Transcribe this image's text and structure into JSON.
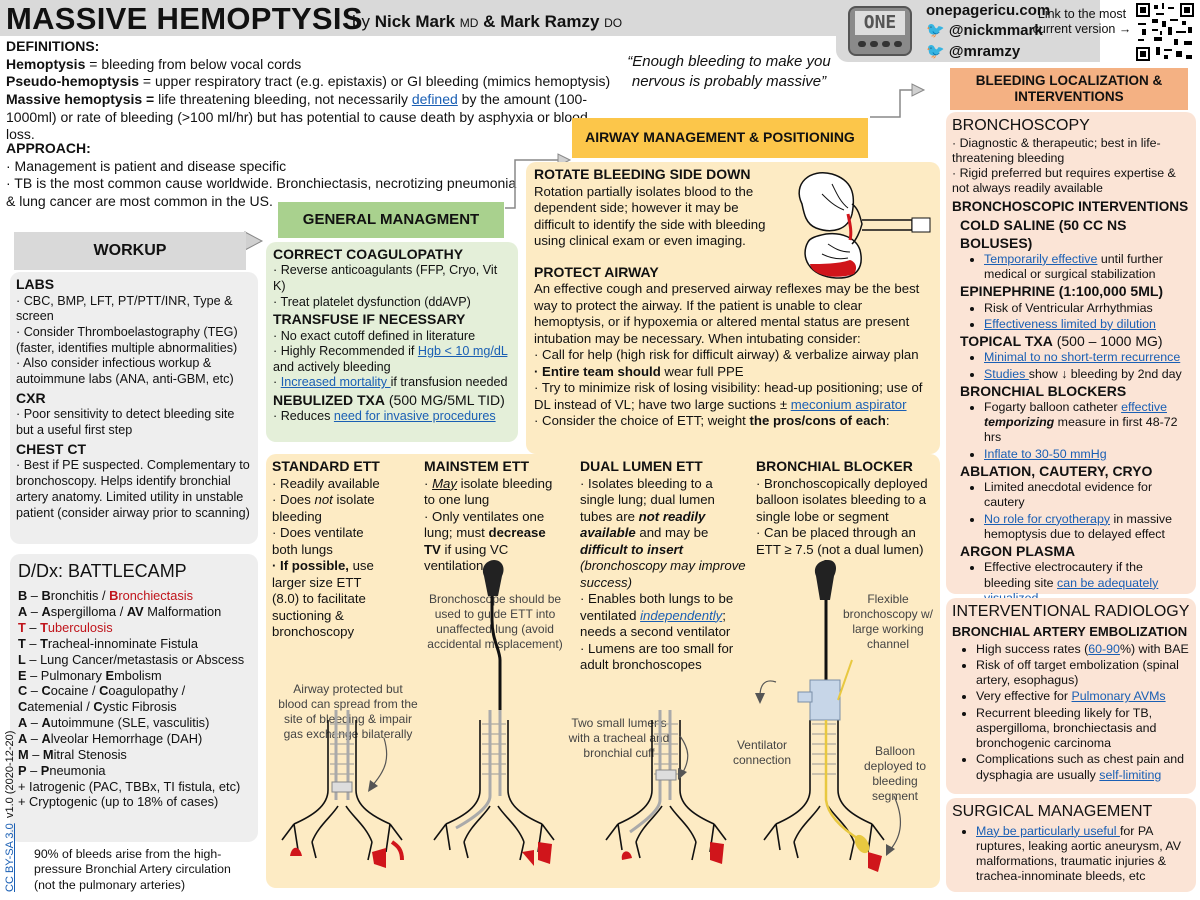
{
  "header": {
    "title": "MASSIVE HEMOPTYSIS",
    "by": "by",
    "author1": "Nick Mark",
    "author1_deg": "MD",
    "amp": "&",
    "author2": "Mark Ramzy",
    "author2_deg": "DO",
    "logo_text": "ONE",
    "site": "onepagericu.com",
    "handle1": "@nickmmark",
    "handle2": "@mramzy",
    "link_note": "Link to the most current version →"
  },
  "definitions": {
    "heading": "DEFINITIONS:",
    "hemoptysis_term": "Hemoptysis",
    "hemoptysis_def": " = bleeding from below vocal cords",
    "pseudo_term": "Pseudo-hemoptysis",
    "pseudo_def": " = upper respiratory tract (e.g. epistaxis) or GI bleeding (mimics hemoptysis)",
    "massive_term": "Massive hemoptysis =",
    "massive_def_a": " life threatening bleeding, not necessarily ",
    "massive_link": "defined",
    "massive_def_b": " by the amount (100-1000ml) or rate of bleeding (>100 ml/hr) but has potential to cause death by asphyxia or blood loss.",
    "quote": "“Enough bleeding to make you nervous is probably massive”"
  },
  "approach": {
    "heading": "APPROACH:",
    "line1": "· Management is patient and disease specific",
    "line2": "· TB is the most common cause worldwide. Bronchiectasis, necrotizing pneumonia & lung cancer are most common in the US."
  },
  "workup": {
    "heading": "WORKUP",
    "labs_h": "LABS",
    "labs1": "· CBC, BMP, LFT, PT/PTT/INR, Type & screen",
    "labs2": "·  Consider Thromboelastography (TEG) (faster, identifies multiple abnormalities)",
    "labs3": "·  Also consider infectious workup & autoimmune labs (ANA, anti-GBM, etc)",
    "cxr_h": "CXR",
    "cxr1": "· Poor sensitivity to detect bleeding site but a useful first step",
    "ct_h": "CHEST CT",
    "ct1": "· Best if PE suspected. Complementary to bronchoscopy. Helps identify bronchial artery anatomy. Limited utility in unstable patient (consider airway prior to scanning)"
  },
  "ddx": {
    "heading": "D/Dx: BATTLECAMP",
    "items": [
      {
        "l": "B",
        "t": " – ",
        "a": "B",
        "ar": "ronchitis / ",
        "b": "B",
        "br": "ronchiectasis",
        "red": false,
        "redb": true
      },
      {
        "l": "A",
        "t": " – ",
        "a": "A",
        "ar": "spergilloma / ",
        "b": "AV",
        "br": " Malformation",
        "red": false,
        "redb": false
      },
      {
        "l": "T",
        "t": " – ",
        "a": "T",
        "ar": "uberculosis",
        "b": "",
        "br": "",
        "red": true,
        "redb": false
      },
      {
        "l": "T",
        "t": " – ",
        "a": "T",
        "ar": "racheal-innominate Fistula",
        "b": "",
        "br": "",
        "red": false,
        "redb": false
      },
      {
        "l": "L",
        "t": " – ",
        "a": "",
        "ar": "Lung Cancer/metastasis or Abscess",
        "b": "",
        "br": "",
        "red": false,
        "redb": false
      },
      {
        "l": "E",
        "t": " – ",
        "a": "",
        "ar": "Pulmonary ",
        "b": "E",
        "br": "mbolism",
        "red": false,
        "redb": false
      },
      {
        "l": "C",
        "t": " – ",
        "a": "C",
        "ar": "ocaine / ",
        "b": "C",
        "br": "oagulopathy /",
        "red": false,
        "redb": false
      },
      {
        "l": "",
        "t": "",
        "a": "C",
        "ar": "atemenial / ",
        "b": "C",
        "br": "ystic Fibrosis",
        "red": false,
        "redb": false
      },
      {
        "l": "A",
        "t": " – ",
        "a": "A",
        "ar": "utoimmune (SLE, vasculitis)",
        "b": "",
        "br": "",
        "red": false,
        "redb": false
      },
      {
        "l": "A",
        "t": " – ",
        "a": "A",
        "ar": "lveolar Hemorrhage (DAH)",
        "b": "",
        "br": "",
        "red": false,
        "redb": false
      },
      {
        "l": "M",
        "t": " – ",
        "a": "M",
        "ar": "itral Stenosis",
        "b": "",
        "br": "",
        "red": false,
        "redb": false
      },
      {
        "l": "P",
        "t": " – ",
        "a": "P",
        "ar": "neumonia",
        "b": "",
        "br": "",
        "red": false,
        "redb": false
      },
      {
        "l": "",
        "t": "",
        "a": "",
        "ar": "+ Iatrogenic (PAC, TBBx, TI fistula, etc)",
        "b": "",
        "br": "",
        "red": false,
        "redb": false
      },
      {
        "l": "",
        "t": "",
        "a": "",
        "ar": "+ Cryptogenic (up to 18% of cases)",
        "b": "",
        "br": "",
        "red": false,
        "redb": false
      }
    ],
    "footnote_a": "90% of bleeds arise from the high-pressure Bronchial Artery circulation",
    "footnote_b": "(not the pulmonary arteries)",
    "license": "CC BY-SA 3.0",
    "version": "v1.0 (2020-12-20)"
  },
  "general": {
    "heading": "GENERAL MANAGMENT",
    "coag_h": "CORRECT COAGULOPATHY",
    "coag1": "· Reverse anticoagulants (FFP, Cryo, Vit K)",
    "coag2": "· Treat platelet dysfunction (ddAVP)",
    "trans_h": "TRANSFUSE IF NECESSARY",
    "trans1": "· No exact cutoff defined in literature",
    "trans2a": "· Highly Recommended if ",
    "trans2link": "Hgb < 10 mg/dL",
    "trans2b": " and actively bleeding",
    "trans3link": "Increased mortality ",
    "trans3b": "if transfusion needed",
    "txa_h": "NEBULIZED TXA",
    "txa_h2": " (500 MG/5ML TID)",
    "txa1a": "·  Reduces ",
    "txa1link": "need for invasive procedures"
  },
  "airway": {
    "heading": "AIRWAY MANAGEMENT & POSITIONING",
    "rot_h": "ROTATE BLEEDING SIDE DOWN",
    "rot1": "Rotation partially isolates blood to the dependent side; however it may be difficult to identify the side with bleeding using clinical exam or even imaging.",
    "prot_h": "PROTECT AIRWAY",
    "prot1": "An effective cough and preserved airway reflexes may be the best way to protect the airway. If the patient is unable to clear hemoptysis, or if hypoxemia or altered mental status are present intubation may be necessary. When intubating consider:",
    "prot2": "· Call for help (high risk for difficult airway) & verbalize airway plan",
    "prot3a": "· Entire team should",
    "prot3b": " wear full PPE",
    "prot4a": "· Try to minimize risk of losing visibility: head-up positioning; use of DL instead of VL; have two large suctions ± ",
    "prot4link": "meconium aspirator",
    "prot5a": "· Consider the choice of ETT; weight ",
    "prot5b": "the pros/cons of each",
    "prot5c": ":"
  },
  "ett": {
    "std_h": "STANDARD ETT",
    "std1": "· Readily available",
    "std2a": "· Does ",
    "std2b": "not",
    "std2c": " isolate bleeding",
    "std3": "· Does ventilate both lungs",
    "std4a": "· If possible,",
    "std4b": " use larger size ETT (8.0) to facilitate suctioning & bronchoscopy",
    "std_note": "Airway protected but blood can spread from the site of bleeding & impair gas exchange bilaterally",
    "main_h": "MAINSTEM ETT",
    "main1a": "· ",
    "main1b": "May",
    "main1c": " isolate bleeding to one lung",
    "main2a": "· Only ventilates one lung; must ",
    "main2b": "decrease TV",
    "main2c": " if using VC ventilation.",
    "main_note": "Bronchoscope should be used to guide ETT into unaffected lung (avoid accidental misplacement)",
    "dual_h": "DUAL LUMEN ETT",
    "dual1a": "· Isolates bleeding to a single lung; dual lumen tubes are ",
    "dual1b": "not readily available",
    "dual1c": " and may be ",
    "dual1d": "difficult to insert",
    "dual1e": " (bronchoscopy may improve success)",
    "dual2a": "· Enables both lungs to be ventilated ",
    "dual2link": "independently",
    "dual2c": "; needs a second ventilator",
    "dual3": "· Lumens are too small for adult bronchoscopes",
    "dual_note": "Two small lumens with a tracheal and bronchial cuff",
    "bb_h": "BRONCHIAL BLOCKER",
    "bb1": "· Bronchoscopically deployed balloon isolates bleeding to a single lobe or segment",
    "bb2": "· Can be placed through an ETT ≥ 7.5 (not a dual lumen)",
    "bb_note1": "Flexible bronchoscopy w/ large working channel",
    "bb_note2": "Ventilator connection",
    "bb_note3": "Balloon deployed to bleeding segment"
  },
  "bleeding": {
    "heading": "BLEEDING LOCALIZATION & INTERVENTIONS",
    "bronch_h": "BRONCHOSCOPY",
    "bronch1": "· Diagnostic & therapeutic; best in life-threatening bleeding",
    "bronch2": "· Rigid preferred but requires expertise & not always readily available",
    "bi_h": "BRONCHOSCOPIC INTERVENTIONS",
    "cs_h": "COLD SALINE",
    "cs_h2": " (50 CC NS BOLUSES)",
    "cs1link": "Temporarily effective",
    "cs1b": " until further medical or surgical stabilization",
    "ep_h": "EPINEPHRINE",
    "ep_h2": " (1:100,000 5ML)",
    "ep1": "Risk of Ventricular Arrhythmias",
    "ep2link": "Effectiveness limited by dilution",
    "tt_h": "TOPICAL TXA",
    "tt_h2": " (500 – 1000 MG)",
    "tt1link": "Minimal to no short-term recurrence",
    "tt2link": "Studies ",
    "tt2b": "show ↓ bleeding by 2nd day",
    "bbk_h": "BRONCHIAL BLOCKERS",
    "bbk1a": "Fogarty balloon catheter ",
    "bbk1link": "effective",
    "bbk1c": " temporizing",
    "bbk1d": " measure in first 48-72 hrs",
    "bbk2link": "Inflate to 30-50 mmHg",
    "abl_h": "ABLATION, CAUTERY, CRYO",
    "abl1": "Limited anecdotal evidence for cautery",
    "abl2link": "No role for cryotherapy",
    "abl2b": " in massive hemoptysis due to delayed effect",
    "arg_h": "ARGON PLASMA",
    "arg1a": "Effective electrocautery if the bleeding site ",
    "arg1link": "can be adequately visualized"
  },
  "ir": {
    "heading": "INTERVENTIONAL RADIOLOGY",
    "bae_h": "BRONCHIAL ARTERY EMBOLIZATION",
    "bae1a": "High success rates (",
    "bae1link": "60-90",
    "bae1b": "%) with BAE",
    "bae2": "Risk of off target embolization (spinal artery, esophagus)",
    "bae3a": "Very effective for ",
    "bae3link": "Pulmonary AVMs",
    "bae4": "Recurrent bleeding likely for TB, aspergilloma, bronchiectasis and bronchogenic carcinoma",
    "bae5a": "Complications such as chest pain and dysphagia are usually ",
    "bae5link": "self-limiting"
  },
  "surgery": {
    "heading": "SURGICAL MANAGEMENT",
    "s1link": "May be particularly useful ",
    "s1b": "for PA ruptures, leaking aortic aneurysm, AV malformations, traumatic injuries & trachea-innominate bleeds, etc"
  },
  "colors": {
    "header_gray": "#d9d9d9",
    "airway_yellow": "#fdebc4",
    "airway_header": "#fcc64a",
    "general_green": "#e4efd9",
    "general_header": "#a9d18e",
    "bleeding_peach": "#fbe4d6",
    "bleeding_header": "#f4b183",
    "gray_box": "#eeeeee",
    "blood_red": "#d0151b"
  }
}
